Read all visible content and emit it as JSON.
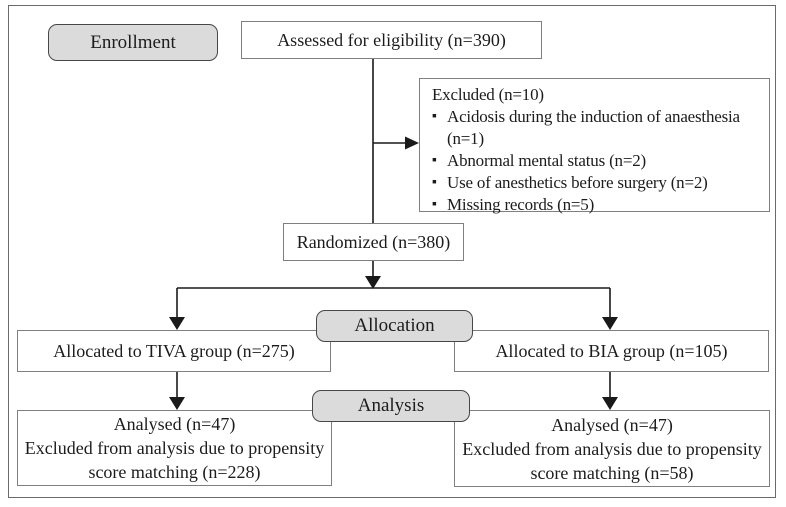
{
  "figure": {
    "type": "consort-flow-diagram",
    "colors": {
      "background": "#ffffff",
      "frame_border": "#6b6b6b",
      "node_fill": "#ffffff",
      "node_border": "#7f7f7f",
      "stage_fill": "#dbdbdb",
      "stage_border": "#474747",
      "arrow": "#1a1a1a",
      "text": "#1c1c1c"
    }
  },
  "stages": {
    "enrollment": "Enrollment",
    "allocation": "Allocation",
    "analysis": "Analysis"
  },
  "nodes": {
    "assessed": "Assessed for eligibility (n=390)",
    "excluded": {
      "title": "Excluded (n=10)",
      "bullet_char": "▪",
      "items": [
        "Acidosis during the induction of anaesthesia (n=1)",
        "Abnormal mental status (n=2)",
        "Use of anesthetics before surgery (n=2)",
        "Missing records (n=5)"
      ]
    },
    "randomized": "Randomized (n=380)",
    "tiva": "Allocated to TIVA group (n=275)",
    "bia": "Allocated to BIA group (n=105)",
    "analysed_tiva": {
      "lines": [
        "Analysed (n=47)",
        "Excluded from analysis due to propensity",
        "score matching (n=228)"
      ]
    },
    "analysed_bia": {
      "lines": [
        "Analysed (n=47)",
        "Excluded from analysis due to propensity",
        "score matching (n=58)"
      ]
    }
  }
}
